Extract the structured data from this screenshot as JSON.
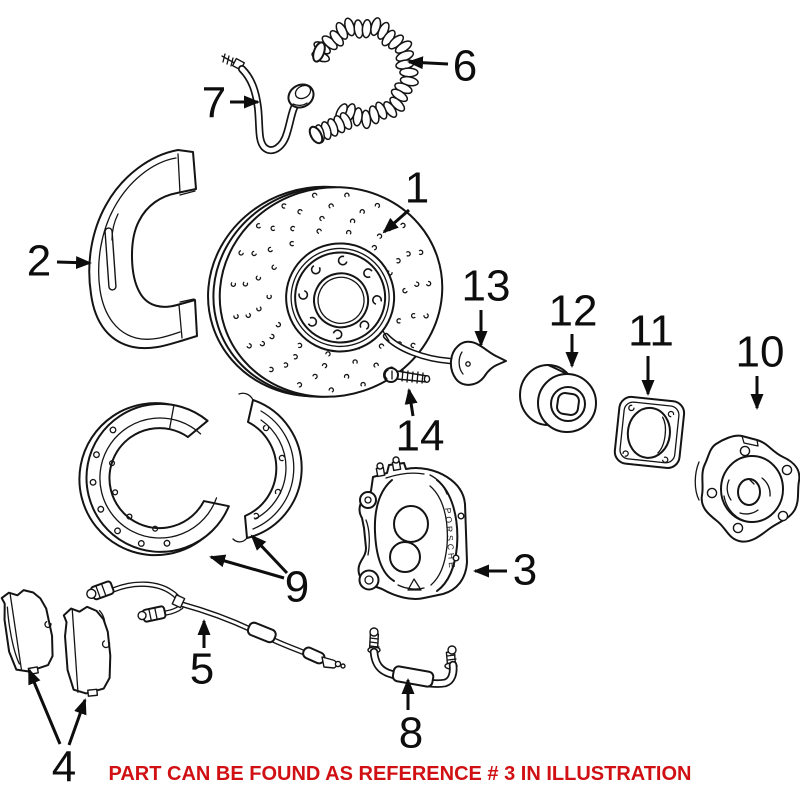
{
  "illustration": {
    "callouts": [
      {
        "label": "1"
      },
      {
        "label": "2"
      },
      {
        "label": "3"
      },
      {
        "label": "4"
      },
      {
        "label": "5"
      },
      {
        "label": "6"
      },
      {
        "label": "7"
      },
      {
        "label": "8"
      },
      {
        "label": "9"
      },
      {
        "label": "10"
      },
      {
        "label": "11"
      },
      {
        "label": "12"
      },
      {
        "label": "13"
      },
      {
        "label": "14"
      }
    ],
    "caliper_brand": "PORSCHE",
    "note": {
      "text": "PART CAN BE FOUND AS REFERENCE # 3 IN ILLUSTRATION",
      "color": "#d11014"
    },
    "line_color": "#141414",
    "background": "#ffffff"
  }
}
